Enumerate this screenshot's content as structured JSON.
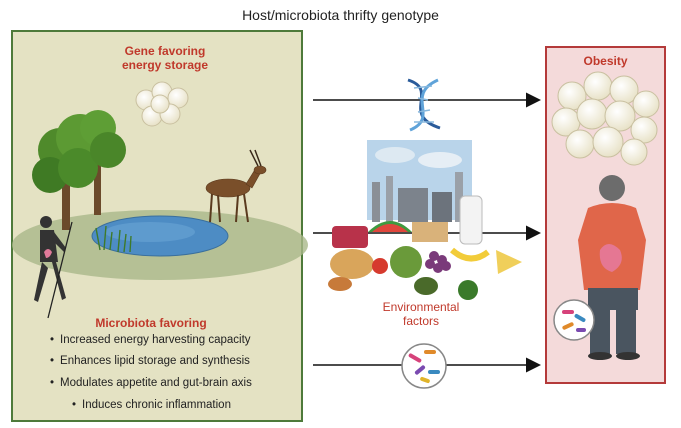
{
  "title": "Host/microbiota thrifty genotype",
  "left_panel": {
    "gene_heading": [
      "Gene favoring",
      "energy storage"
    ],
    "microbiota_heading": "Microbiota favoring",
    "bullets": [
      "Increased energy harvesting capacity",
      "Enhances lipid storage and synthesis",
      "Modulates appetite and gut-brain axis",
      "Induces chronic inflammation"
    ]
  },
  "middle": {
    "environment_label": [
      "Environmental",
      "factors"
    ]
  },
  "right_panel": {
    "heading": "Obesity"
  },
  "colors": {
    "left_bg": "#e4e2c3",
    "left_border": "#4e7a3a",
    "right_bg": "#f4dada",
    "right_border": "#b43a3a",
    "heading_red": "#c0392b"
  }
}
